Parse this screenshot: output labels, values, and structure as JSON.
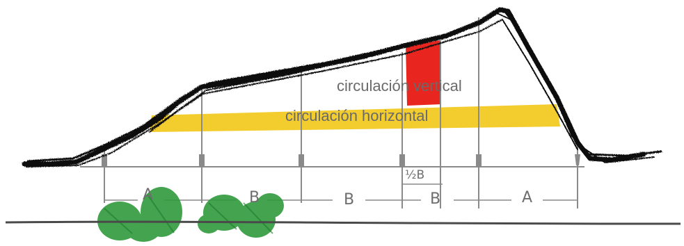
{
  "labels": {
    "vertical": "circulación vertical",
    "horizontal": "circulación horizontal"
  },
  "dimensions": {
    "a_left": "A",
    "b1": "B",
    "b2": "B",
    "b3": "B",
    "half_b": "½B",
    "a_right": "A"
  },
  "colors": {
    "outline": "#111111",
    "vertical_circulation": "#e8261f",
    "horizontal_circulation": "#f2c81c",
    "grid_lines": "#8a8a8a",
    "trees": "#2f9a3c",
    "ground": "#4a4a4a"
  }
}
